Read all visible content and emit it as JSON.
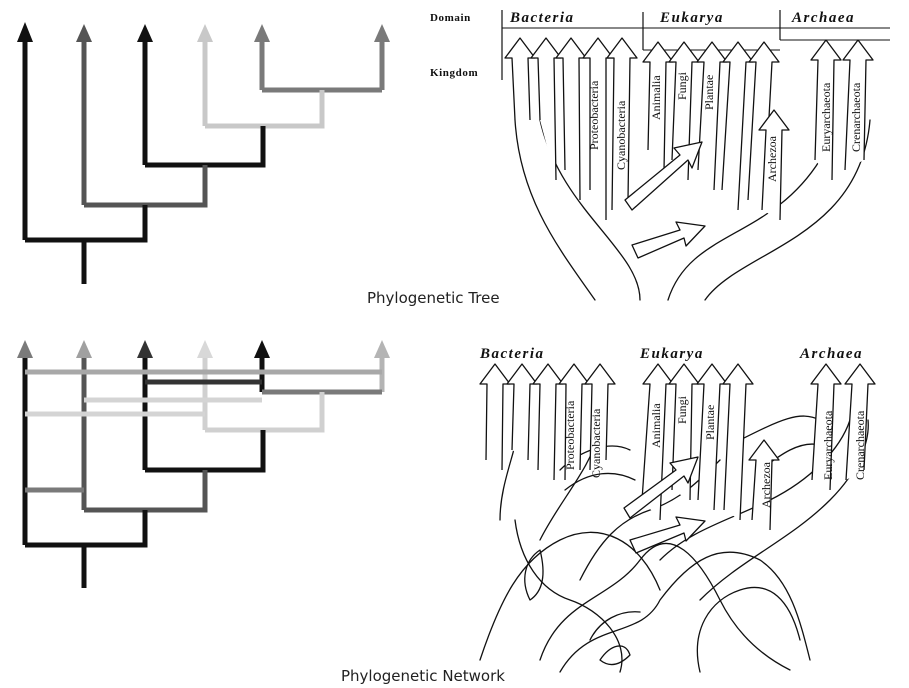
{
  "captions": {
    "tree": "Phylogenetic Tree",
    "network": "Phylogenetic Network"
  },
  "row_labels": {
    "domain": "Domain",
    "kingdom": "Kingdom"
  },
  "domains": {
    "bacteria": "Bacteria",
    "eukarya": "Eukarya",
    "archaea": "Archaea"
  },
  "kingdoms": {
    "proteobacteria": "Proteobacteria",
    "cyanobacteria": "Cyanobacteria",
    "animalia": "Animalia",
    "fungi": "Fungi",
    "plantae": "Plantae",
    "archezoa": "Archezoa",
    "euryarchaeota": "Euryarchaeota",
    "crenarchaeota": "Crenarchaeota"
  },
  "colors": {
    "black": "#111111",
    "dark_gray": "#555555",
    "mid_gray": "#7a7a7a",
    "gray": "#8c8c8c",
    "light_gray": "#c8c8c8",
    "pale_gray": "#b4b4b4"
  }
}
